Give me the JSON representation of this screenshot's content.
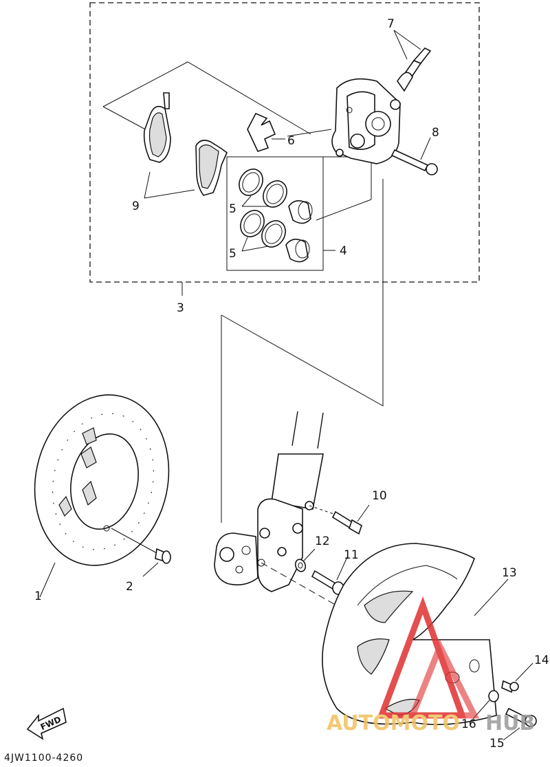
{
  "diagram": {
    "part_code": "4JW1100-4260",
    "direction_label": "FWD",
    "callouts": [
      "1",
      "2",
      "3",
      "4",
      "5",
      "5",
      "6",
      "7",
      "8",
      "9",
      "10",
      "11",
      "12",
      "13",
      "14",
      "15",
      "16"
    ]
  },
  "watermark": {
    "text_main": "AUTOMOTO",
    "text_accent": "HUB",
    "color_main": "#f0c060",
    "color_accent": "#999999",
    "logo_color": "#e03030"
  },
  "colors": {
    "line": "#111111",
    "background": "#ffffff"
  }
}
